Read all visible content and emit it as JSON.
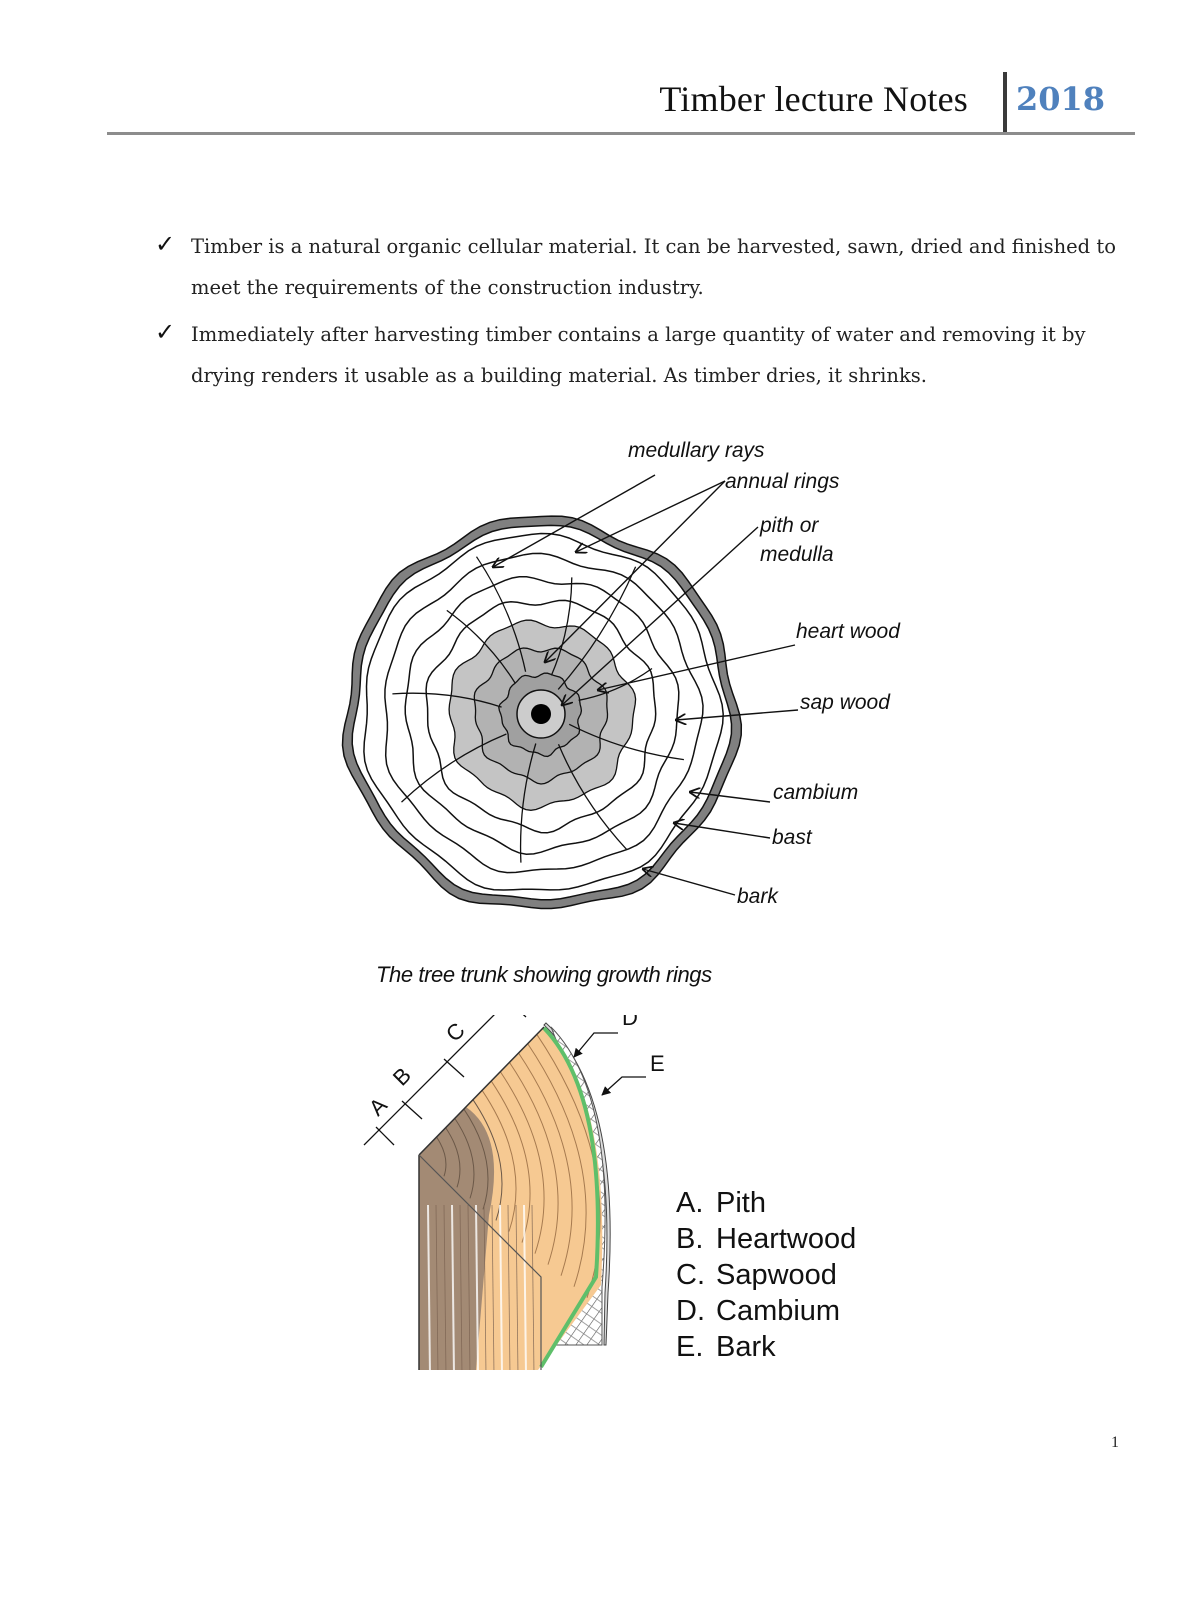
{
  "header": {
    "title": "Timber lecture Notes",
    "year": "2018"
  },
  "bullets": [
    {
      "text": "Timber is a natural organic cellular material. It can be harvested, sawn, dried and finished to meet the requirements of the construction industry."
    },
    {
      "text": "Immediately after harvesting timber contains a large quantity of water and removing it by drying renders it usable as a building material. As timber dries, it shrinks."
    }
  ],
  "figure1": {
    "labels": {
      "medullary_rays": "medullary rays",
      "annual_rings": "annual rings",
      "pith_line1": "pith or",
      "pith_line2": "medulla",
      "heart_wood": "heart wood",
      "sap_wood": "sap wood",
      "cambium": "cambium",
      "bast": "bast",
      "bark": "bark"
    },
    "caption": "The tree trunk showing growth rings"
  },
  "figure2": {
    "markers": [
      "A",
      "B",
      "C",
      "D",
      "E"
    ],
    "legend": [
      {
        "key": "A.",
        "label": "Pith"
      },
      {
        "key": "B.",
        "label": "Heartwood"
      },
      {
        "key": "C.",
        "label": "Sapwood"
      },
      {
        "key": "D.",
        "label": "Cambium"
      },
      {
        "key": "E.",
        "label": "Bark"
      }
    ],
    "colors": {
      "heartwood": "#a38a74",
      "sapwood": "#f6c992",
      "cambium": "#5fbf6a",
      "bark": "#dddddd"
    }
  },
  "page_number": "1"
}
